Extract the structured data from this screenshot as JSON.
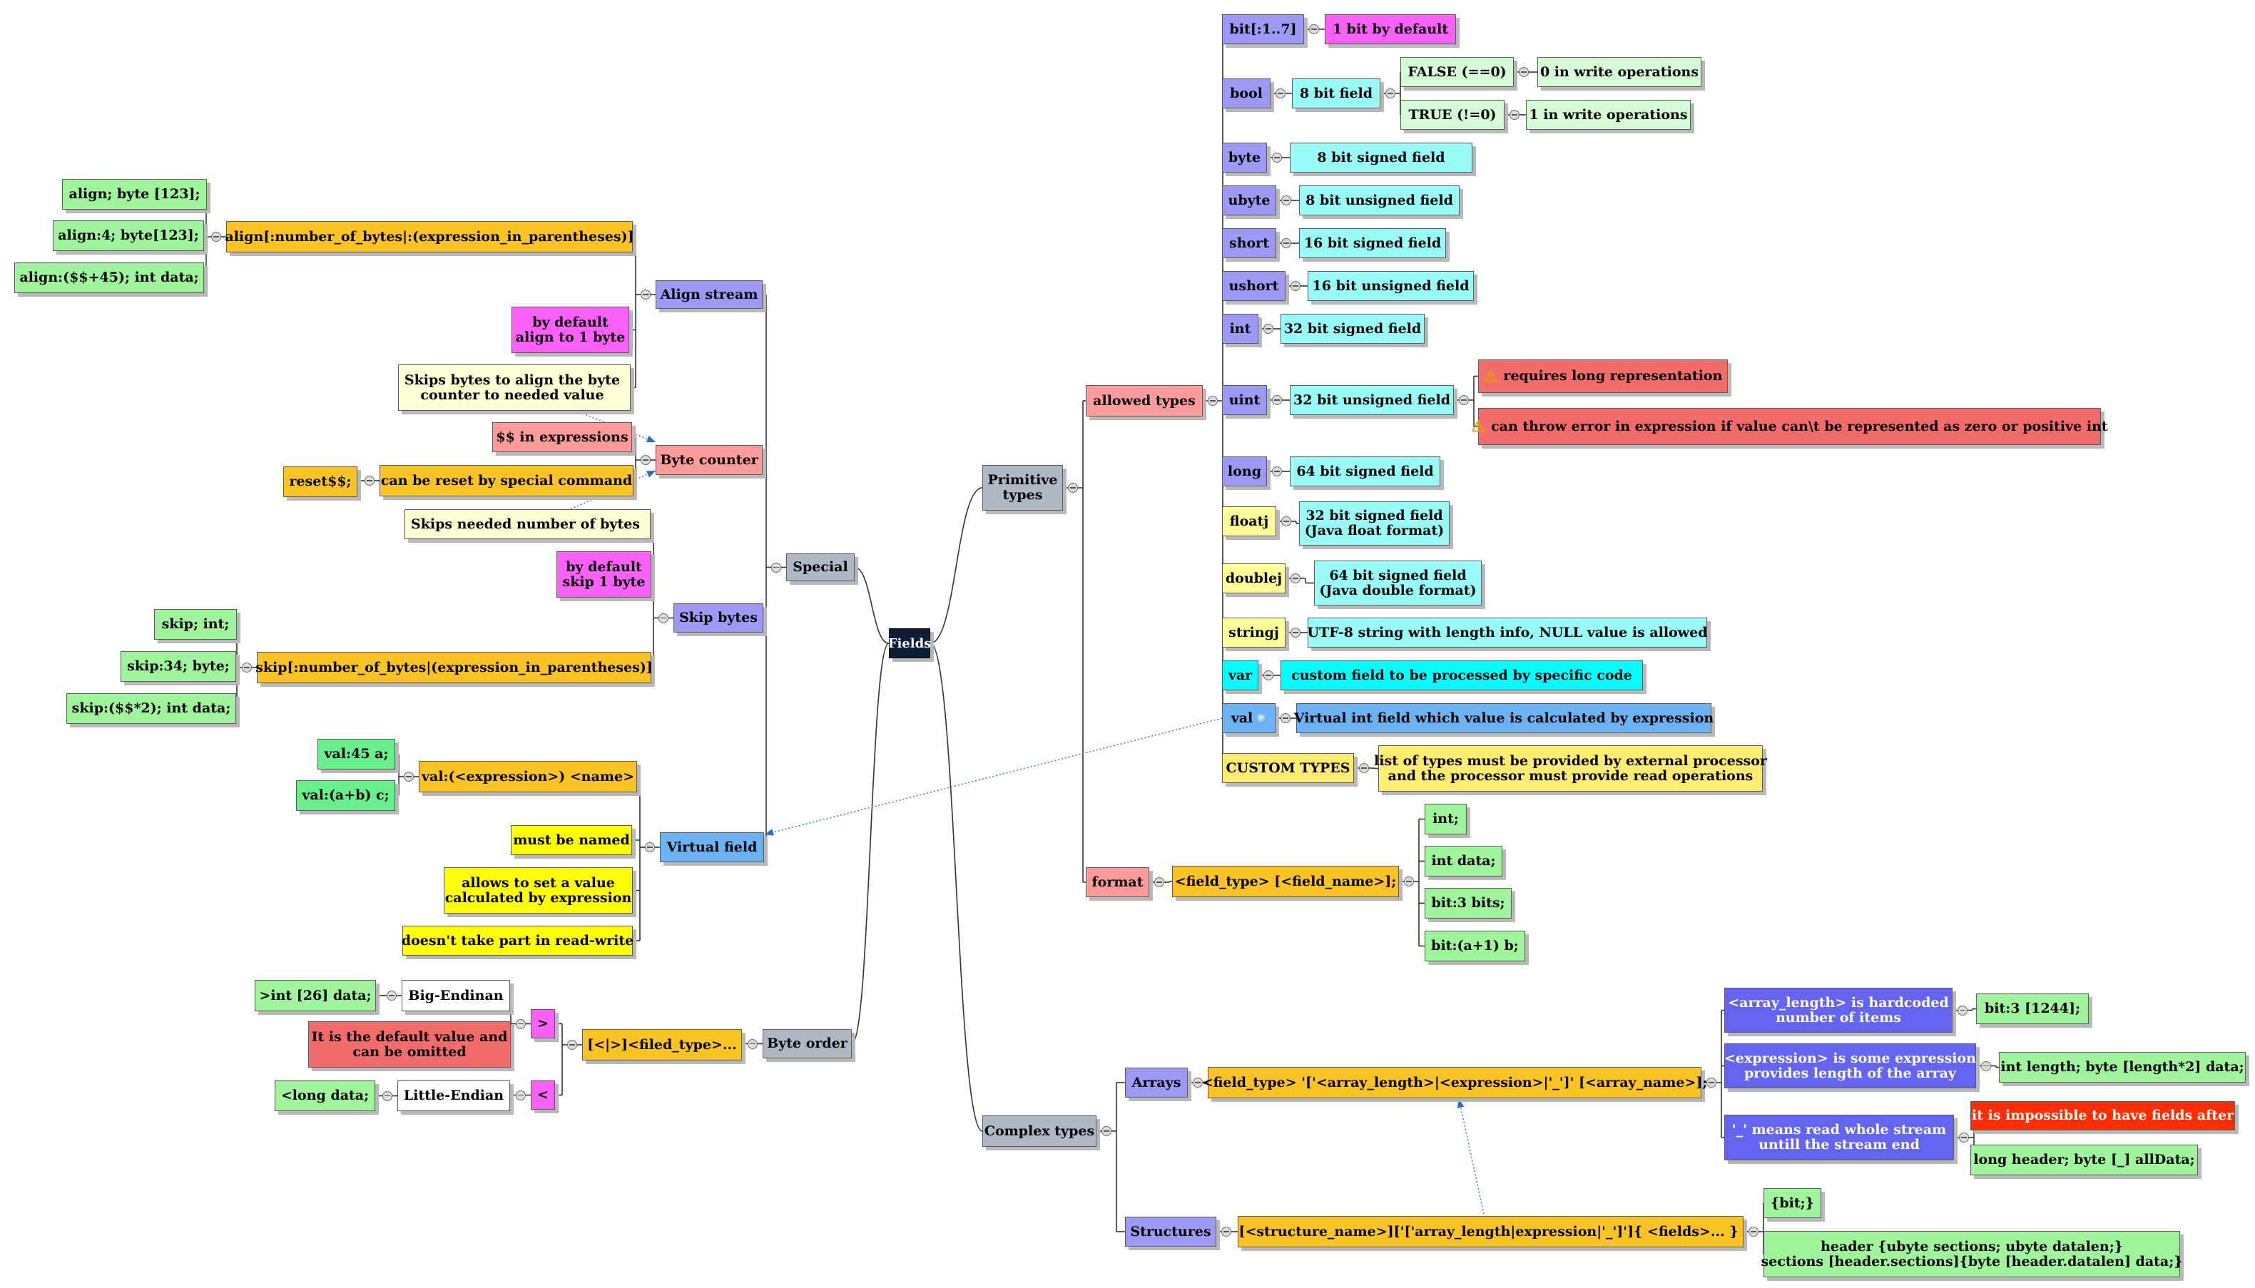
{
  "root": "Fields",
  "nodes": {
    "special": "Special",
    "align_stream": "Align stream",
    "align_syntax": "align[:number_of_bytes|:(expression_in_parentheses)]",
    "align_ex1": "align; byte [123];",
    "align_ex2": "align:4; byte[123];",
    "align_ex3": "align:($$+45); int data;",
    "align_default": "by default\nalign to 1 byte",
    "align_skips": "Skips bytes to align the byte\ncounter to needed value",
    "byte_counter": "Byte counter",
    "dollars_expr": "$$ in expressions",
    "reset_cmd": "can be reset by special command",
    "reset_ex": "reset$$;",
    "skip_bytes": "Skip bytes",
    "skip_needed": "Skips needed number of bytes",
    "skip_default": "by default\nskip 1 byte",
    "skip_syntax": "skip[:number_of_bytes|(expression_in_parentheses)]",
    "skip_ex1": "skip; int;",
    "skip_ex2": "skip:34; byte;",
    "skip_ex3": "skip:($$*2); int data;",
    "virtual_field": "Virtual field",
    "val_syntax": "val:(<expression>) <name>",
    "val_ex1": "val:45 a;",
    "val_ex2": "val:(a+b) c;",
    "must_named": "must be named",
    "allows_set": "allows to set a value\ncalculated by expression",
    "no_rw": "doesn't take part in read-write",
    "byte_order": "Byte order",
    "bo_syntax": "[<|>]<filed_type>...",
    "gt": ">",
    "lt": "<",
    "big_endian": "Big-Endinan",
    "little_endian": "Little-Endian",
    "be_ex": ">int [26] data;",
    "le_ex": "<long data;",
    "be_default": "It is the default value and\ncan be omitted",
    "primitive": "Primitive\ntypes",
    "allowed_types": "allowed types",
    "t_bit": "bit[:1..7]",
    "t_bit_d": "1 bit by default",
    "t_bool": "bool",
    "t_bool_d": "8 bit field",
    "t_false": "FALSE (==0)",
    "t_false_d": "0 in write operations",
    "t_true": "TRUE (!=0)",
    "t_true_d": "1 in write operations",
    "t_byte": "byte",
    "t_byte_d": "8 bit signed field",
    "t_ubyte": "ubyte",
    "t_ubyte_d": "8 bit unsigned field",
    "t_short": "short",
    "t_short_d": "16 bit signed field",
    "t_ushort": "ushort",
    "t_ushort_d": "16 bit unsigned field",
    "t_int": "int",
    "t_int_d": "32 bit signed field",
    "t_uint": "uint",
    "t_uint_d": "32 bit unsigned field",
    "t_uint_w1": "requires long representation",
    "t_uint_w2": "can throw error in expression if value can\\t be represented as zero or positive int",
    "t_long": "long",
    "t_long_d": "64 bit signed field",
    "t_floatj": "floatj",
    "t_floatj_d": "32 bit signed field\n(Java float format)",
    "t_doublej": "doublej",
    "t_doublej_d": "64 bit signed field\n(Java double format)",
    "t_stringj": "stringj",
    "t_stringj_d": "UTF-8 string with length info, NULL value is allowed",
    "t_var": "var",
    "t_var_d": "custom field to be processed by specific code",
    "t_val": "val",
    "t_val_d": "Virtual int field which value is calculated by expression",
    "t_custom": "CUSTOM TYPES",
    "t_custom_d": "list of types must be provided by external processor\nand the processor must provide read operations",
    "format": "format",
    "format_syntax": "<field_type> [<field_name>];",
    "f_ex1": "int;",
    "f_ex2": "int data;",
    "f_ex3": "bit:3 bits;",
    "f_ex4": "bit:(a+1) b;",
    "complex": "Complex types",
    "arrays": "Arrays",
    "arrays_syntax": "<field_type> '['<array_length>|<expression>|'_']' [<array_name>];",
    "arr_hard": "<array_length> is hardcoded\nnumber of items",
    "arr_hard_ex": "bit:3 [1244];",
    "arr_expr": "<expression> is some expression\nprovides length of the array",
    "arr_expr_ex": "int length; byte [length*2] data;",
    "arr_whole": "'_' means read whole stream\nuntill the stream end",
    "arr_whole_w": "it is impossible to have fields after",
    "arr_whole_ex": "long header; byte [_] allData;",
    "structures": "Structures",
    "struct_syntax": "[<structure_name>]['['array_length|expression|'_']']{ <fields>... }",
    "struct_ex1": "{bit;}",
    "struct_ex2": "header {ubyte sections; ubyte datalen;}\nsections [header.sections]{byte [header.datalen] data;}"
  },
  "colors": {
    "root": "#0c1e36",
    "category": "#aeb9c5",
    "topic": "#9e99f5",
    "syntax": "#fcc324",
    "example": "#9ff49c",
    "example_alt": "#68ee8b",
    "description": "#98fbf8",
    "note_yellow": "#ffff99",
    "note_light": "#ffffd4",
    "note_magenta": "#fb61f9",
    "note_yellow_bright": "#ffff00",
    "note_pink": "#ff9b9b",
    "warning_red": "#f36c6c",
    "alert_red": "#ff2d00",
    "array_note": "#6464f0",
    "val_blue": "#6cb3f3",
    "var_cyan": "#00ffff",
    "custom_yellow": "#ffec70",
    "light_green": "#d4fbd4",
    "white": "#ffffff"
  }
}
